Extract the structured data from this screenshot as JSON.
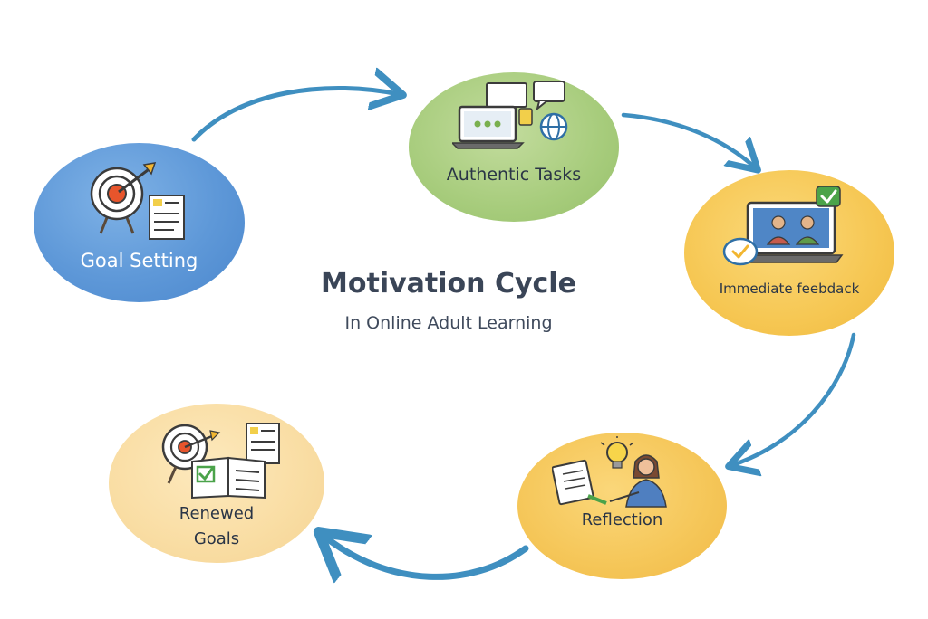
{
  "diagram": {
    "title": "Motivation Cycle",
    "subtitle": "In Online Adult Learning",
    "nodes": [
      {
        "id": "goal-setting",
        "label": "Goal Setting",
        "icon": "target-document-icon",
        "color": "#5e98d8"
      },
      {
        "id": "authentic-tasks",
        "label": "Authentic Tasks",
        "icon": "laptop-chat-globe-icon",
        "color": "#a7cc7c"
      },
      {
        "id": "immediate-feedback",
        "label": "Immediate feebdack",
        "icon": "video-call-checkmark-icon",
        "color": "#f6c753"
      },
      {
        "id": "reflection",
        "label": "Reflection",
        "icon": "person-lightbulb-notebook-icon",
        "color": "#f5c658"
      },
      {
        "id": "renewed-goals",
        "label": "Renewed\nGoals",
        "label_lines": [
          "Renewed",
          "Goals"
        ],
        "icon": "target-checklist-icon",
        "color": "#f9dda3"
      }
    ],
    "edges": [
      {
        "from": "goal-setting",
        "to": "authentic-tasks"
      },
      {
        "from": "authentic-tasks",
        "to": "immediate-feedback"
      },
      {
        "from": "immediate-feedback",
        "to": "reflection"
      },
      {
        "from": "reflection",
        "to": "renewed-goals"
      }
    ],
    "arrow_color": "#3f8fc0"
  }
}
